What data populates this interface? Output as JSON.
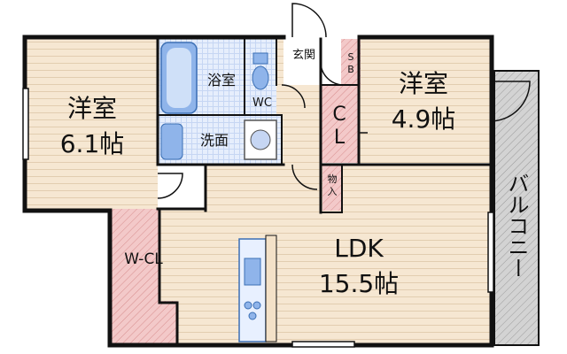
{
  "floorplan": {
    "rooms": [
      {
        "id": "western-room-1",
        "name": "洋室",
        "size": "6.1帖"
      },
      {
        "id": "western-room-2",
        "name": "洋室",
        "size": "4.9帖"
      },
      {
        "id": "ldk",
        "name": "LDK",
        "size": "15.5帖"
      }
    ],
    "labels": {
      "bath": "浴室",
      "wc": "WC",
      "washroom": "洗面",
      "entrance": "玄関",
      "shoe_box": "S\nB",
      "shoe_box_s": "S",
      "shoe_box_b": "B",
      "closet_c": "C",
      "closet_l": "L",
      "storage_1": "物",
      "storage_2": "入",
      "walk_in_closet": "W-CL",
      "balcony": "バルコニー"
    },
    "colors": {
      "floor": "#f6e7d2",
      "floor_line": "#e2cdb0",
      "wall": "#111111",
      "wet": "#e6eefc",
      "wet_tile": "#c6d6f3",
      "fixture": "#8fb4ea",
      "closet": "#f3c9c9",
      "closet_hatch": "#d88f8f",
      "balcony": "#d3d3d3",
      "balcony_hatch": "#9a9a9a"
    }
  }
}
